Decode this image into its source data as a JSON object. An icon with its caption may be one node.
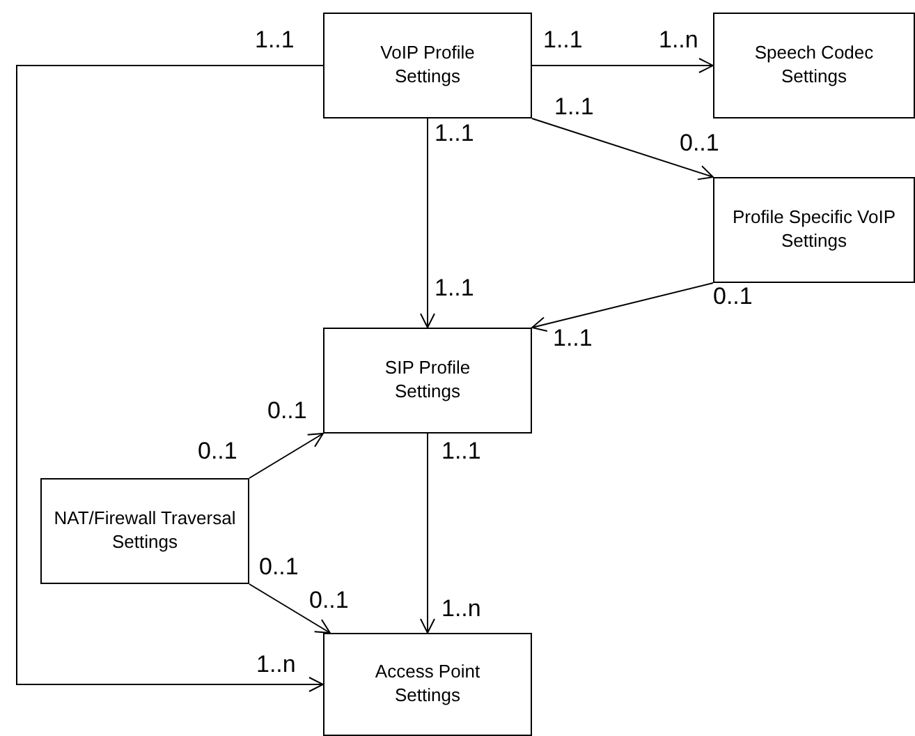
{
  "diagram": {
    "nodes": [
      {
        "text": [
          "VoIP Profile Settings"
        ]
      },
      {
        "text": [
          "Speech Codec Settings"
        ]
      },
      {
        "text": [
          "Profile Specific VoIP Settings"
        ]
      },
      {
        "text": [
          "SIP Profile Settings"
        ]
      },
      {
        "text": [
          "NAT/Firewall Traversal Settings"
        ]
      },
      {
        "text": [
          "Access Point Settings"
        ]
      }
    ],
    "edges": [
      {
        "from": 0,
        "to": 1,
        "arrow": "to"
      },
      {
        "from": 0,
        "to": 2,
        "arrow": "to"
      },
      {
        "from": 0,
        "to": 3,
        "arrow": "to"
      },
      {
        "from": 2,
        "to": 3,
        "arrow": "to"
      },
      {
        "from": 4,
        "to": 3,
        "arrow": "to"
      },
      {
        "from": 3,
        "to": 5,
        "arrow": "to"
      },
      {
        "from": 4,
        "to": 5,
        "arrow": "to"
      },
      {
        "from": 0,
        "to": 5,
        "arrow": "to"
      }
    ],
    "labels": [
      "1..1",
      "1..1",
      "1..n",
      "1..1",
      "1..1",
      "0..1",
      "1..1",
      "0..1",
      "1..1",
      "0..1",
      "0..1",
      "1..1",
      "0..1",
      "0..1",
      "1..n",
      "1..n"
    ]
  }
}
